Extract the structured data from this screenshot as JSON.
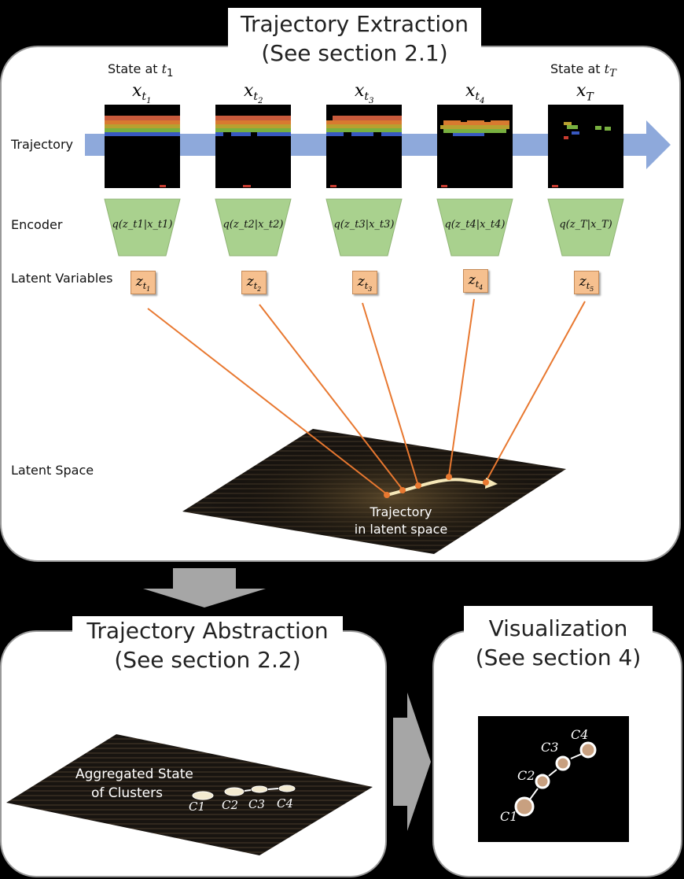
{
  "extraction": {
    "title_line1": "Trajectory Extraction",
    "title_line2": "(See section 2.1)",
    "row_labels": {
      "trajectory": "Trajectory",
      "encoder": "Encoder",
      "latent_variables": "Latent Variables",
      "latent_space": "Latent Space"
    },
    "state_first": {
      "text": "State at ",
      "var": "t",
      "sub": "1"
    },
    "state_last": {
      "text": "State at ",
      "var": "t",
      "sub": "T"
    },
    "frames": [
      {
        "x_sub": "t",
        "x_subsub": "1",
        "enc": "q(z",
        "enc_sub": "t1",
        "z_sub": "t",
        "z_subsub": "1"
      },
      {
        "x_sub": "t",
        "x_subsub": "2",
        "enc": "q(z",
        "enc_sub": "t2",
        "z_sub": "t",
        "z_subsub": "2"
      },
      {
        "x_sub": "t",
        "x_subsub": "3",
        "enc": "q(z",
        "enc_sub": "t3",
        "z_sub": "t",
        "z_subsub": "3"
      },
      {
        "x_sub": "t",
        "x_subsub": "4",
        "enc": "q(z",
        "enc_sub": "t4",
        "z_sub": "t",
        "z_subsub": "4"
      },
      {
        "x_sub": "T",
        "x_subsub": "",
        "enc": "q(z",
        "enc_sub": "T",
        "z_sub": "t",
        "z_subsub": "5"
      }
    ],
    "encoder_labels": [
      "q(z_t1|x_t1)",
      "q(z_t2|x_t2)",
      "q(z_t3|x_t3)",
      "q(z_t4|x_t4)",
      "q(z_T|x_T)"
    ],
    "latent_caption_line1": "Trajectory",
    "latent_caption_line2": "in latent space"
  },
  "abstraction": {
    "title_line1": "Trajectory Abstraction",
    "title_line2": "(See section 2.2)",
    "caption_line1": "Aggregated State",
    "caption_line2": "of Clusters",
    "clusters": [
      "C1",
      "C2",
      "C3",
      "C4"
    ]
  },
  "visualization": {
    "title_line1": "Visualization",
    "title_line2": "(See section 4)",
    "clusters": [
      "C1",
      "C2",
      "C3",
      "C4"
    ]
  },
  "colors": {
    "arrow_blue": "#8ea9db",
    "encoder_green": "#a9d18e",
    "latent_box": "#f6c08f",
    "projection_line": "#e87830",
    "gray_arrow": "#a6a6a6"
  }
}
